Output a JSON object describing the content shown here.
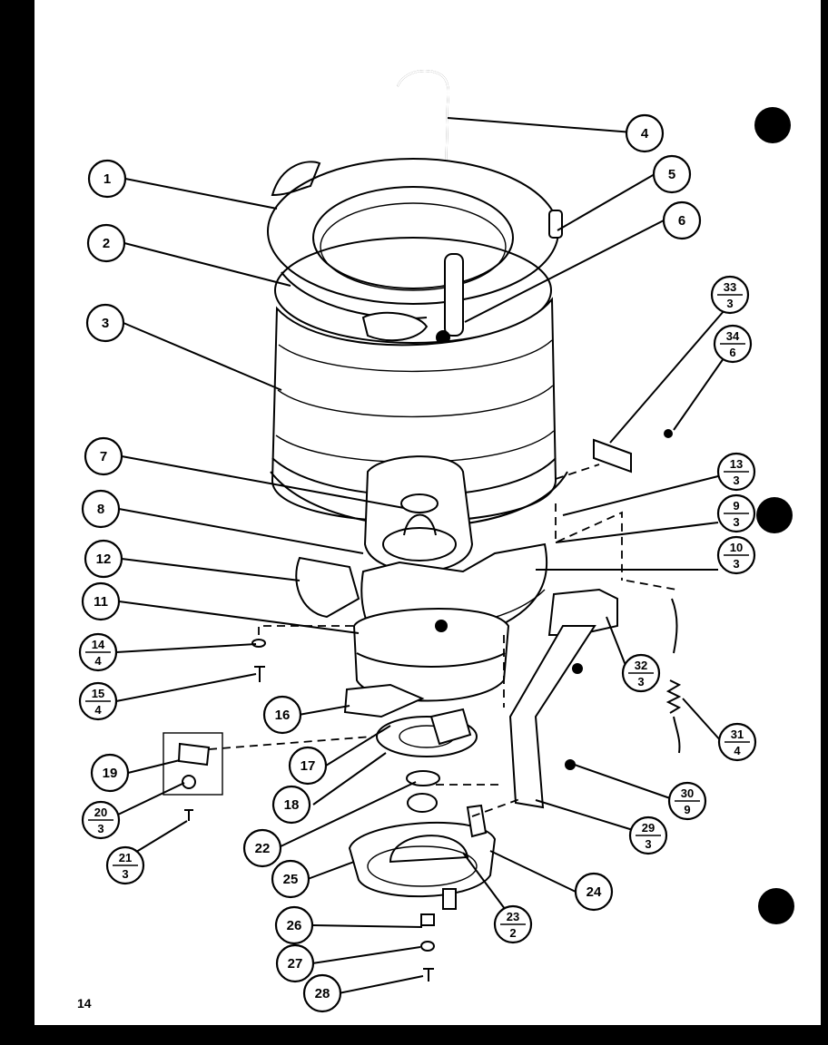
{
  "page_number": "14",
  "callouts": [
    {
      "id": "c1",
      "label": "1"
    },
    {
      "id": "c2",
      "label": "2"
    },
    {
      "id": "c3",
      "label": "3"
    },
    {
      "id": "c4",
      "label": "4"
    },
    {
      "id": "c5",
      "label": "5"
    },
    {
      "id": "c6",
      "label": "6"
    },
    {
      "id": "c7",
      "label": "7"
    },
    {
      "id": "c8",
      "label": "8"
    },
    {
      "id": "c12",
      "label": "12"
    },
    {
      "id": "c11",
      "label": "11"
    },
    {
      "id": "c16",
      "label": "16"
    },
    {
      "id": "c17",
      "label": "17"
    },
    {
      "id": "c18",
      "label": "18"
    },
    {
      "id": "c19",
      "label": "19"
    },
    {
      "id": "c22",
      "label": "22"
    },
    {
      "id": "c24",
      "label": "24"
    },
    {
      "id": "c25",
      "label": "25"
    },
    {
      "id": "c26",
      "label": "26"
    },
    {
      "id": "c27",
      "label": "27"
    },
    {
      "id": "c28",
      "label": "28"
    }
  ],
  "fraction_callouts": [
    {
      "id": "f33",
      "top": "33",
      "bottom": "3"
    },
    {
      "id": "f34",
      "top": "34",
      "bottom": "6"
    },
    {
      "id": "f13",
      "top": "13",
      "bottom": "3"
    },
    {
      "id": "f9",
      "top": "9",
      "bottom": "3"
    },
    {
      "id": "f10",
      "top": "10",
      "bottom": "3"
    },
    {
      "id": "f14",
      "top": "14",
      "bottom": "4"
    },
    {
      "id": "f15",
      "top": "15",
      "bottom": "4"
    },
    {
      "id": "f32",
      "top": "32",
      "bottom": "3"
    },
    {
      "id": "f31",
      "top": "31",
      "bottom": "4"
    },
    {
      "id": "f20",
      "top": "20",
      "bottom": "3"
    },
    {
      "id": "f21",
      "top": "21",
      "bottom": "3"
    },
    {
      "id": "f30",
      "top": "30",
      "bottom": "9"
    },
    {
      "id": "f29",
      "top": "29",
      "bottom": "3"
    },
    {
      "id": "f23",
      "top": "23",
      "bottom": "2"
    }
  ]
}
